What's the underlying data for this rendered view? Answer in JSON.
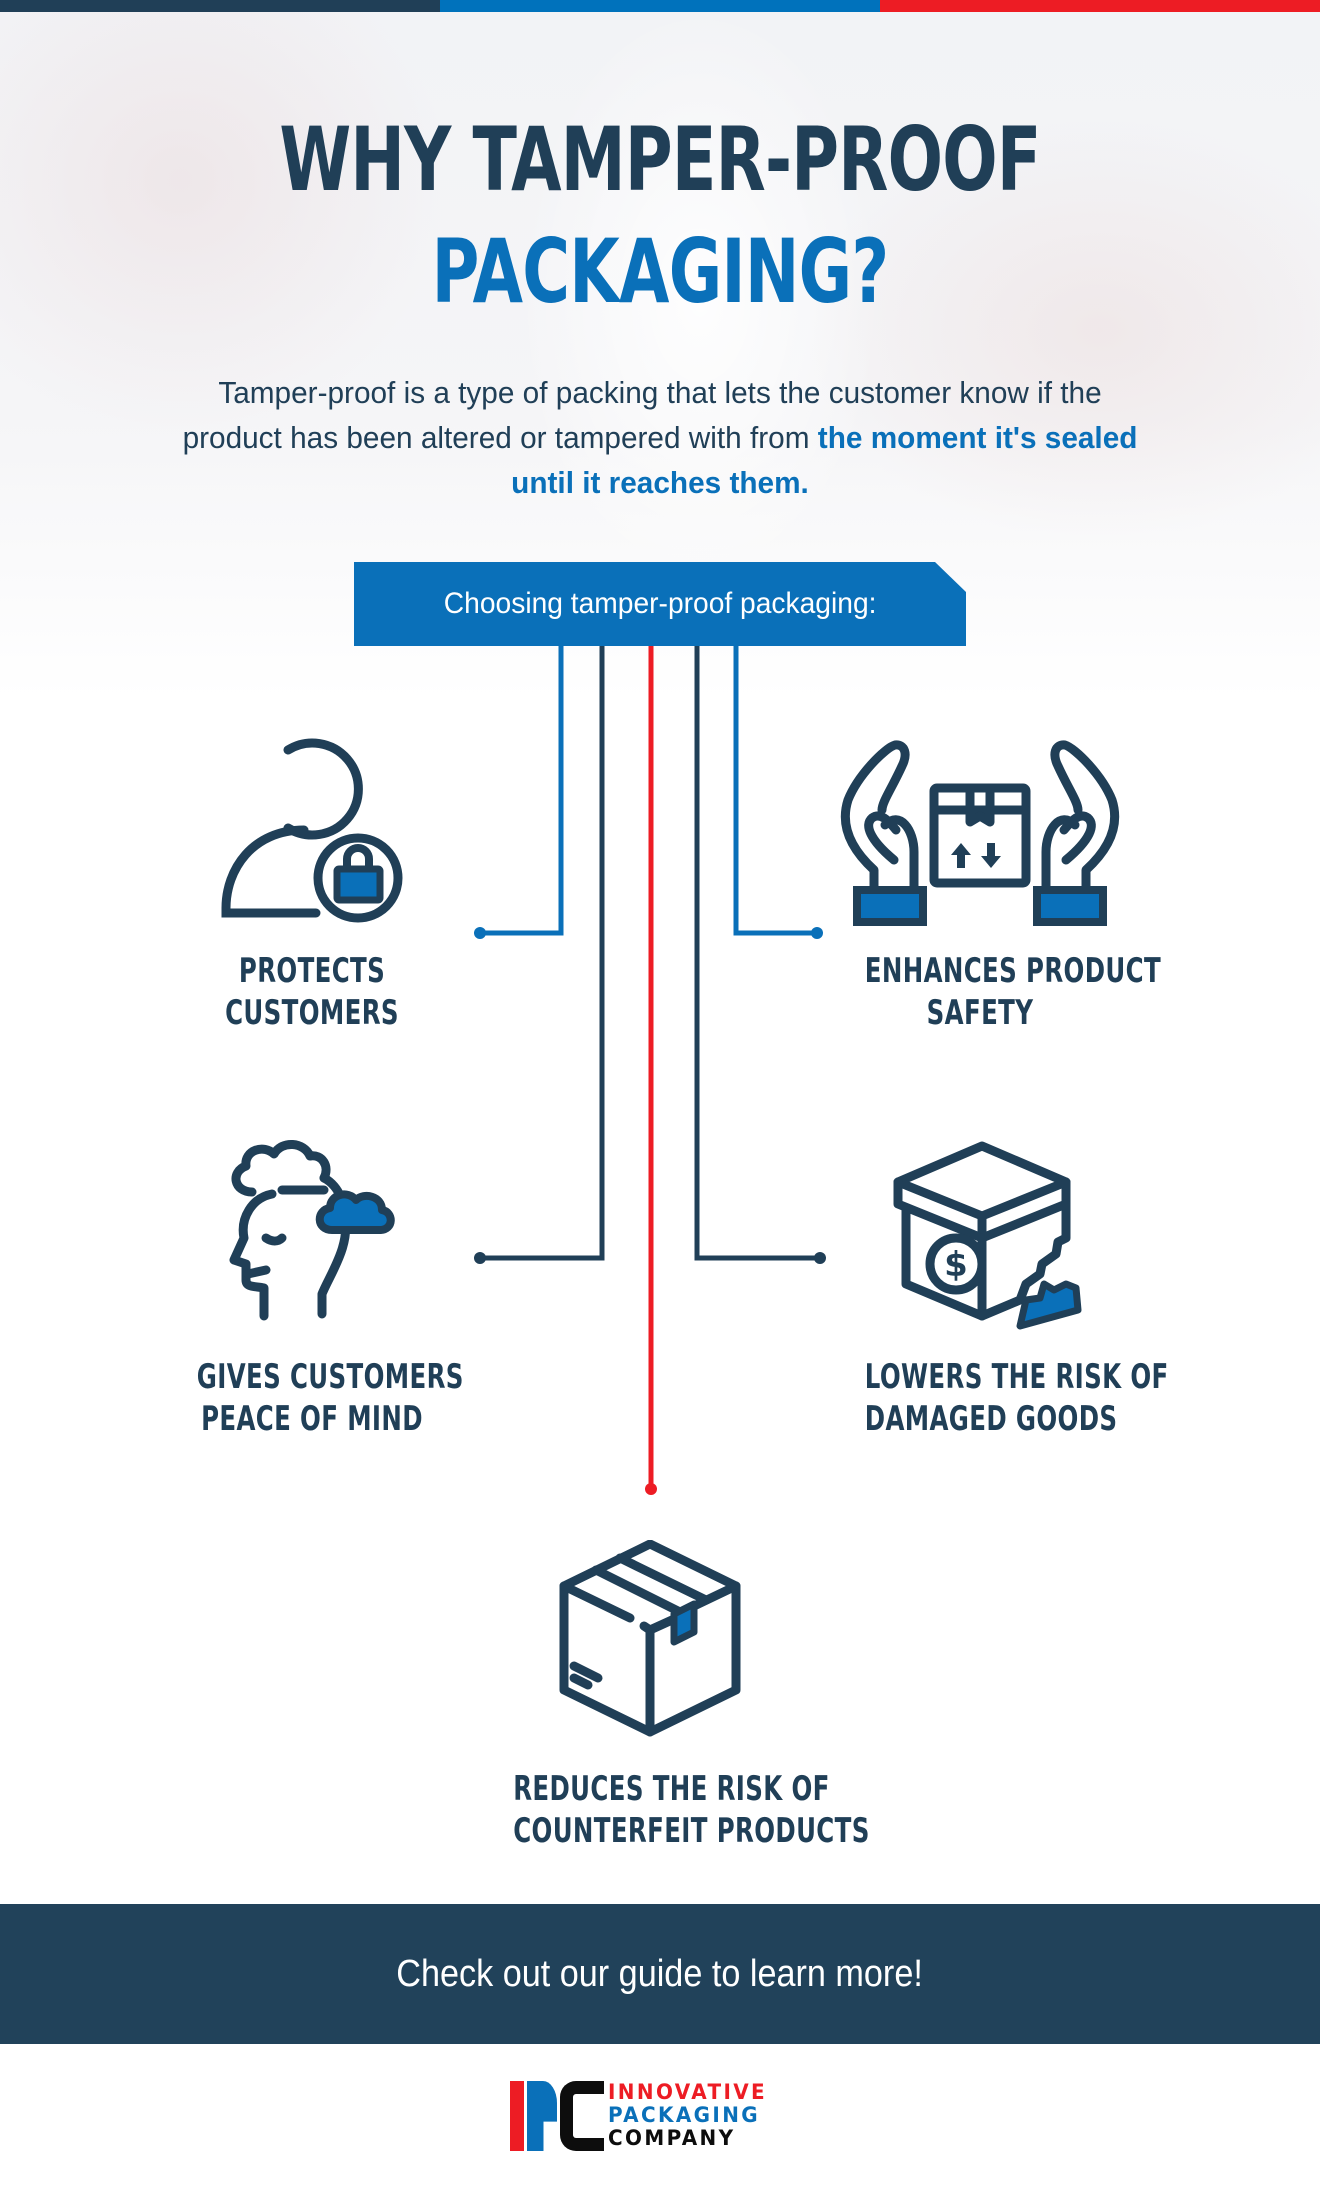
{
  "colors": {
    "navy": "#203f57",
    "blue": "#0a70b9",
    "red": "#ed1c24",
    "footer": "#21425a",
    "white": "#ffffff"
  },
  "top_bar": {
    "segments": [
      "#203f57",
      "#0072bc",
      "#ed1c24"
    ]
  },
  "header": {
    "title_line_1": "WHY TAMPER-PROOF",
    "title_line_2": "PACKAGING?"
  },
  "intro": {
    "text_plain": "Tamper-proof is a type of packing that lets the customer know if the product has been altered or tampered with from ",
    "text_highlight": "the moment it's sealed until it reaches them."
  },
  "banner": {
    "label": "Choosing tamper-proof packaging:"
  },
  "features": [
    {
      "id": "protects-customers",
      "icon": "user-lock-icon",
      "line_1": "PROTECTS",
      "line_2": "CUSTOMERS",
      "connector_color": "#0a70b9"
    },
    {
      "id": "enhances-product-safety",
      "icon": "hands-protecting-box-icon",
      "line_1": "ENHANCES PRODUCT",
      "line_2": "SAFETY",
      "connector_color": "#0a70b9"
    },
    {
      "id": "peace-of-mind",
      "icon": "head-with-clouds-icon",
      "line_1": "GIVES CUSTOMERS",
      "line_2": "PEACE OF MIND",
      "connector_color": "#203f57"
    },
    {
      "id": "damaged-goods",
      "icon": "broken-box-dollar-icon",
      "line_1": "LOWERS THE RISK OF",
      "line_2": "DAMAGED GOODS",
      "connector_color": "#203f57"
    },
    {
      "id": "counterfeit-products",
      "icon": "cardboard-box-icon",
      "line_1": "REDUCES THE RISK OF",
      "line_2": "COUNTERFEIT PRODUCTS",
      "connector_color": "#ed1c24"
    }
  ],
  "footer": {
    "cta_label": "Check out our guide to learn more!"
  },
  "logo": {
    "mark": "IPC",
    "line_1": "INNOVATIVE",
    "line_2": "PACKAGING",
    "line_3": "COMPANY",
    "line_1_color": "#ed1c24",
    "line_2_color": "#0a70b9",
    "line_3_color": "#0d0d0d"
  }
}
